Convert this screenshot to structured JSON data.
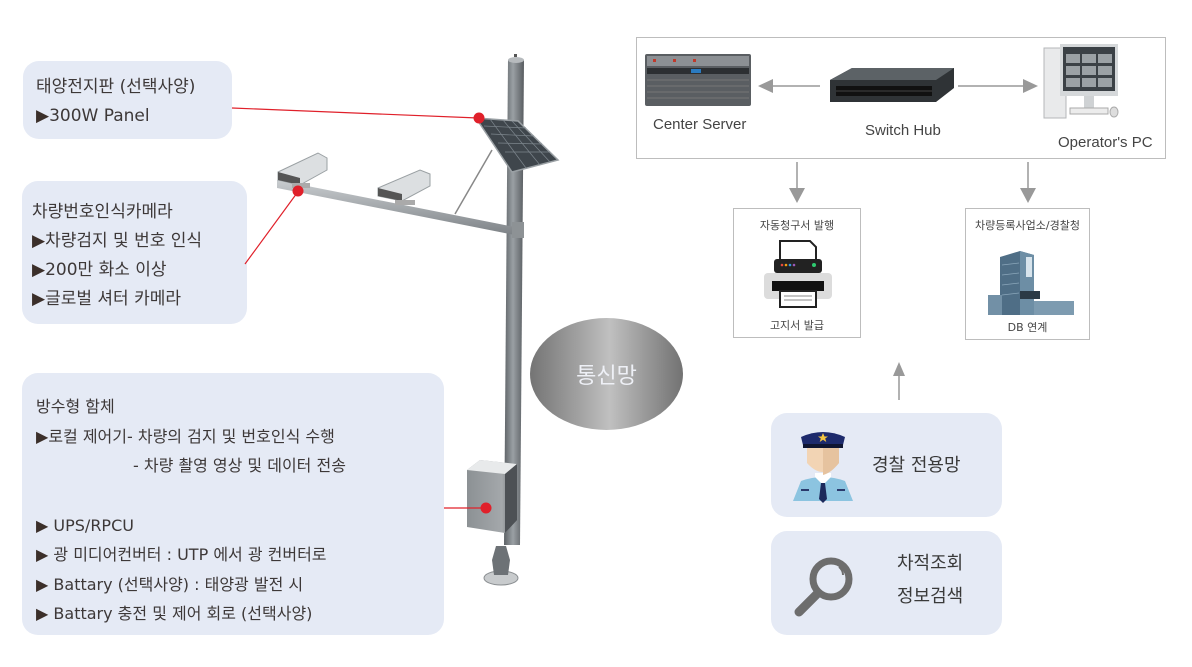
{
  "callouts": {
    "solar": {
      "title": "태양전지판 (선택사양)",
      "items": [
        "300W Panel"
      ]
    },
    "camera": {
      "title": "차량번호인식카메라",
      "items": [
        "차량검지 및 번호 인식",
        "200만 화소 이상",
        "글로벌 셔터 카메라"
      ]
    },
    "enclosure": {
      "title": "방수형 함체",
      "controller_line1": "로컬 제어기- 차량의 검지 및 번호인식 수행",
      "controller_line2": "- 차량 촬영 영상 및 데이터 전송",
      "items": [
        "UPS/RPCU",
        "광 미디어컨버터 : UTP 에서 광 컨버터로",
        "Battary (선택사양) : 태양광 발전 시",
        "Battary 충전 및 제어 회로 (선택사양)"
      ]
    }
  },
  "bullet_symbol": "▶",
  "network_label": "통신망",
  "center_network": {
    "server_label": "Center Server",
    "hub_label": "Switch Hub",
    "pc_label": "Operator's PC"
  },
  "outputs": {
    "billing": {
      "title": "자동청구서 발행",
      "caption": "고지서 발급",
      "icon": "printer-icon"
    },
    "registry": {
      "title": "차량등록사업소/경찰청",
      "caption": "DB 연계",
      "icon": "building-icon"
    }
  },
  "panels": {
    "police": {
      "label": "경찰 전용망",
      "icon": "police-officer-icon"
    },
    "search": {
      "line1": "차적조회",
      "line2": "정보검색",
      "icon": "magnifier-icon"
    }
  },
  "colors": {
    "callout_bg": "#e5eaf5",
    "leader_red": "#e0202a",
    "arrow_gray": "#999999",
    "border_gray": "#bdbdbd"
  }
}
